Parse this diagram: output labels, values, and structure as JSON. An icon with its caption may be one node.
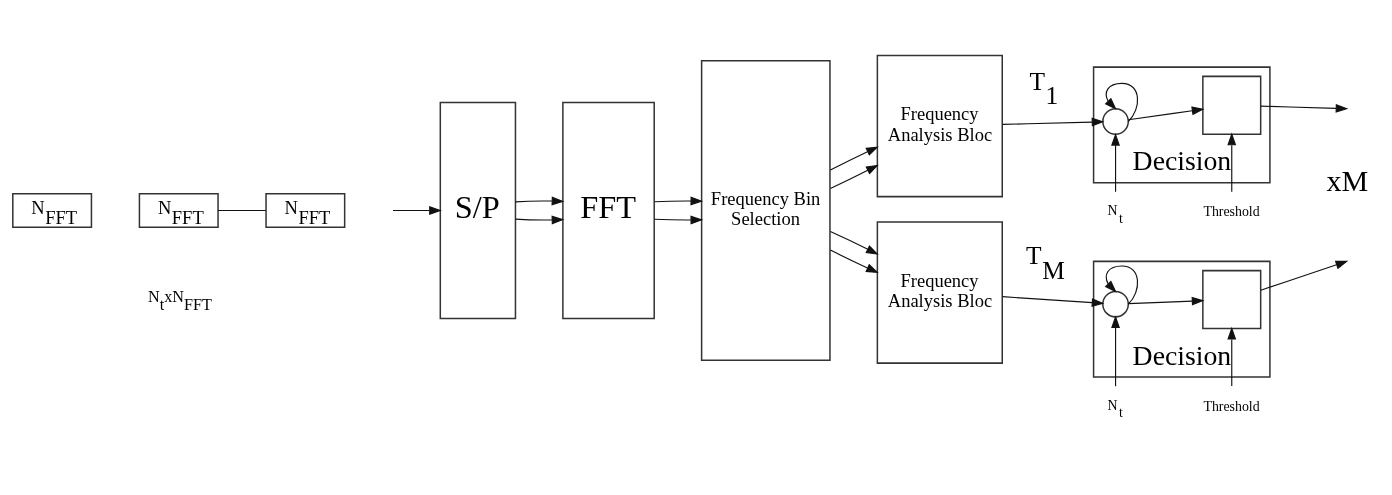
{
  "diagram": {
    "nodes": [
      {
        "text": [
          "N$_{FFT}$"
        ]
      },
      {
        "text": [
          "N$_{FFT}$"
        ]
      },
      {
        "text": [
          "N$_{FFT}$"
        ]
      },
      {
        "text": [
          "S/P"
        ]
      },
      {
        "text": [
          "FFT"
        ]
      },
      {
        "text": [
          "Frequency Bin Selection"
        ]
      },
      {
        "text": [
          "Frequency Analysis Bloc"
        ]
      },
      {
        "text": [
          "N$_{t}$"
        ]
      },
      {
        "text": [
          "Threshold"
        ]
      },
      {
        "text": [
          "Decision"
        ]
      },
      {
        "text": [],
        "shape": "circle",
        "in": 9
      },
      {
        "text": [],
        "shape": "box",
        "in": 9
      },
      {
        "text": [
          "Frequency Analysis Bloc"
        ]
      },
      {
        "text": [
          "N$_{t}$"
        ]
      },
      {
        "text": [
          "Threshold"
        ]
      },
      {
        "text": [
          "Decision"
        ]
      },
      {
        "text": [],
        "shape": "circle",
        "in": 15
      },
      {
        "text": [],
        "shape": "box",
        "in": 15
      }
    ],
    "edges": [
      {
        "from": 1,
        "to": 2,
        "arrow": "none"
      },
      {
        "from": null,
        "to": 3,
        "arrow": "to"
      },
      {
        "from": 3,
        "to": 4,
        "arrow": "to"
      },
      {
        "from": 3,
        "to": 4,
        "arrow": "to"
      },
      {
        "from": 4,
        "to": 5,
        "arrow": "to"
      },
      {
        "from": 4,
        "to": 5,
        "arrow": "to"
      },
      {
        "from": 5,
        "to": 6,
        "arrow": "to"
      },
      {
        "from": 5,
        "to": 6,
        "arrow": "to"
      },
      {
        "from": 5,
        "to": 12,
        "arrow": "to"
      },
      {
        "from": 5,
        "to": 12,
        "arrow": "to"
      },
      {
        "from": 6,
        "to": 10,
        "arrow": "to",
        "label": "T$_{1}$"
      },
      {
        "from": 7,
        "to": 10,
        "arrow": "to"
      },
      {
        "from": 10,
        "to": 10,
        "arrow": "to"
      },
      {
        "from": 10,
        "to": 11,
        "arrow": "to"
      },
      {
        "from": 8,
        "to": 11,
        "arrow": "to"
      },
      {
        "from": 11,
        "to": null,
        "arrow": "to"
      },
      {
        "from": 12,
        "to": 16,
        "arrow": "to",
        "label": "T$_{M}$"
      },
      {
        "from": 13,
        "to": 16,
        "arrow": "to"
      },
      {
        "from": 16,
        "to": 16,
        "arrow": "to"
      },
      {
        "from": 16,
        "to": 17,
        "arrow": "to"
      },
      {
        "from": 14,
        "to": 17,
        "arrow": "to"
      },
      {
        "from": 17,
        "to": null,
        "arrow": "to"
      }
    ],
    "labels": [
      "N$_{t}$xN$_{FFT}$",
      "xM"
    ]
  }
}
